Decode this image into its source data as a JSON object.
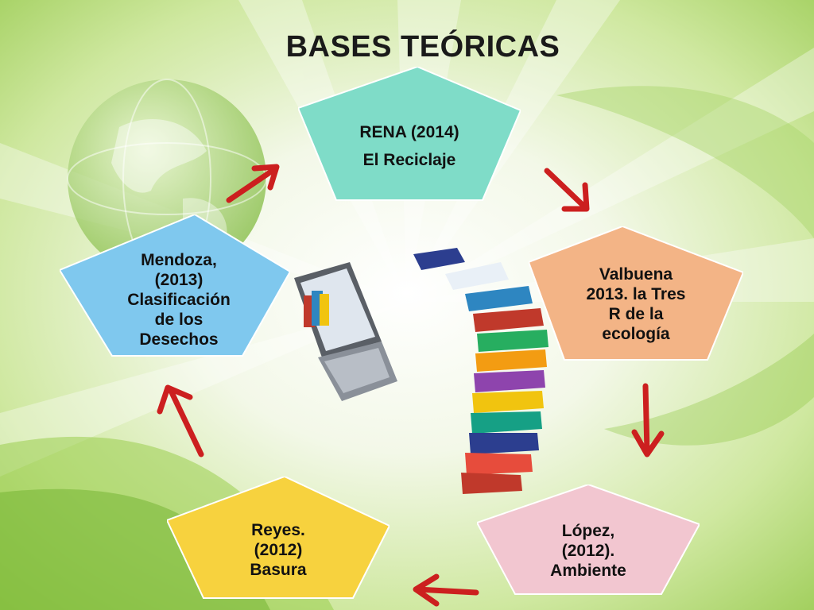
{
  "title": "BASES TEÓRICAS",
  "nodes": [
    {
      "id": "rena",
      "lines": [
        "RENA (2014)",
        "El Reciclaje"
      ],
      "color": "#7fdcc8"
    },
    {
      "id": "valbuena",
      "lines": [
        "Valbuena",
        "2013. la Tres",
        "R de la",
        "ecología"
      ],
      "color": "#f3b486"
    },
    {
      "id": "lopez",
      "lines": [
        "López,",
        "(2012).",
        "Ambiente"
      ],
      "color": "#f2c6d0"
    },
    {
      "id": "reyes",
      "lines": [
        "Reyes.",
        "(2012)",
        "Basura"
      ],
      "color": "#f7d23e"
    },
    {
      "id": "mendoza",
      "lines": [
        "Mendoza,",
        "(2013)",
        "Clasificación",
        "de los",
        "Desechos"
      ],
      "color": "#7fc8ee"
    }
  ],
  "colors": {
    "arrow": "#cc1f1f",
    "background_green": "#8cc63f"
  },
  "decor": [
    "globe-icon",
    "laptop-icon",
    "books-stack-icon"
  ]
}
